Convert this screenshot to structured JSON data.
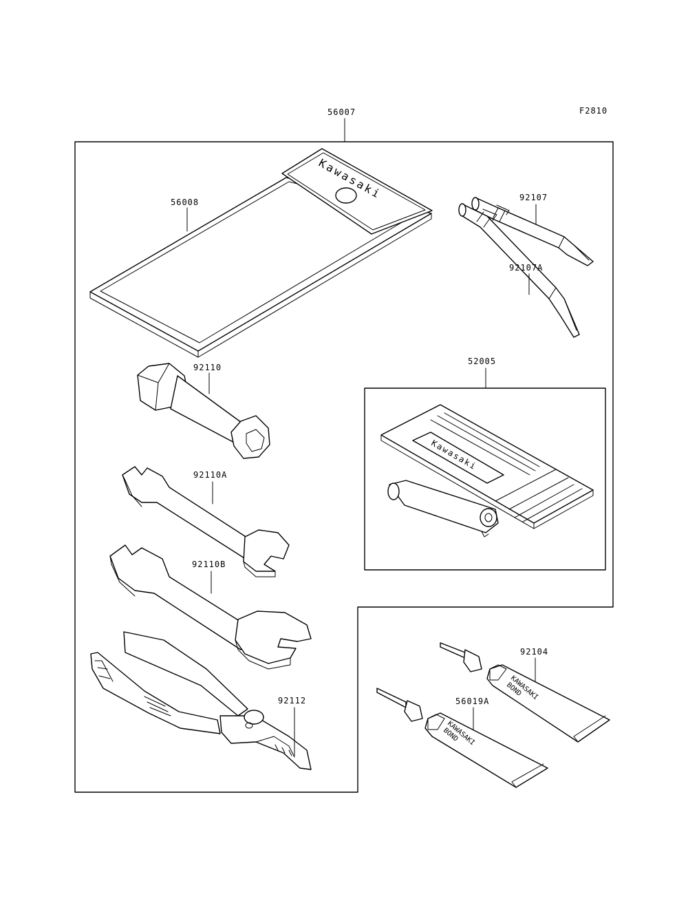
{
  "figure_code": "F2810",
  "callouts": {
    "kit": "56007",
    "tool_bag": "56008",
    "screwdriver_bit": "92107",
    "screwdriver_bit_a": "92107A",
    "spark_plug_wrench": "92110",
    "wrench_small": "92110A",
    "wrench_large": "92110B",
    "pliers": "92112",
    "repair_kit": "52005",
    "bond_tube": "92104",
    "bond_tube_a": "56019A"
  },
  "markings": {
    "bag_logo": "Kawasaki",
    "repair_kit_logo": "Kawasaki",
    "tube_brand": "KAWASAKI",
    "tube_product": "BOND"
  }
}
